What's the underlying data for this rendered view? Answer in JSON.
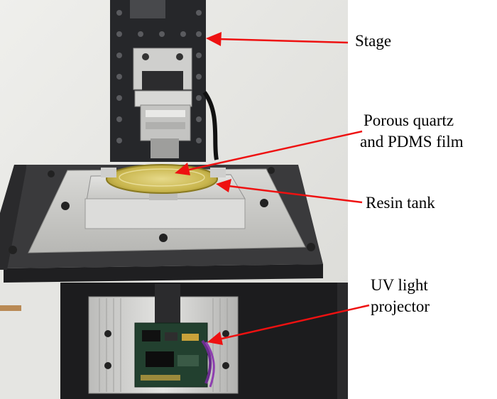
{
  "labels": {
    "stage": "Stage",
    "porous_line1": "Porous quartz",
    "porous_line2": "and PDMS film",
    "resin_tank": "Resin tank",
    "uv_line1": "UV light",
    "uv_line2": "projector"
  },
  "colors": {
    "arrow": "#ee1111",
    "metal_light": "#d4d4d2",
    "metal_dark": "#2a2a2c",
    "wall": "#e9e9e6",
    "pcb": "#1f3a2a"
  }
}
